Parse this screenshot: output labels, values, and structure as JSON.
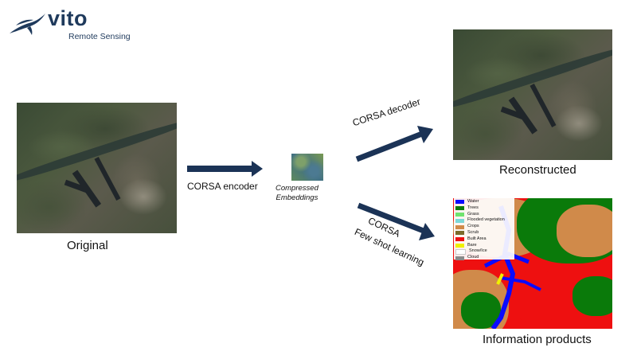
{
  "logo": {
    "name": "vito",
    "subtitle": "Remote Sensing",
    "brand_color": "#1f3a5c"
  },
  "images": {
    "original_label": "Original",
    "reconstructed_label": "Reconstructed",
    "information_label": "Information products"
  },
  "steps": {
    "encoder": "CORSA encoder",
    "embeddings_line1": "Compressed",
    "embeddings_line2": "Embeddings",
    "decoder": "CORSA decoder",
    "fewshot_line1": "CORSA",
    "fewshot_line2": "Few shot learning"
  },
  "arrow_color": "#1b3356",
  "legend": [
    {
      "label": "Water",
      "color": "#0a0aff"
    },
    {
      "label": "Trees",
      "color": "#0a7a0a"
    },
    {
      "label": "Grass",
      "color": "#6fe36f"
    },
    {
      "label": "Flooded vegetation",
      "color": "#7bd8d8"
    },
    {
      "label": "Crops",
      "color": "#d08a4a"
    },
    {
      "label": "Scrub",
      "color": "#7b6a2a"
    },
    {
      "label": "Built Area",
      "color": "#ee1010"
    },
    {
      "label": "Bare",
      "color": "#f0f000"
    },
    {
      "label": "Snow/Ice",
      "color": "#ffffff"
    },
    {
      "label": "Cloud",
      "color": "#8a8a8a"
    }
  ]
}
